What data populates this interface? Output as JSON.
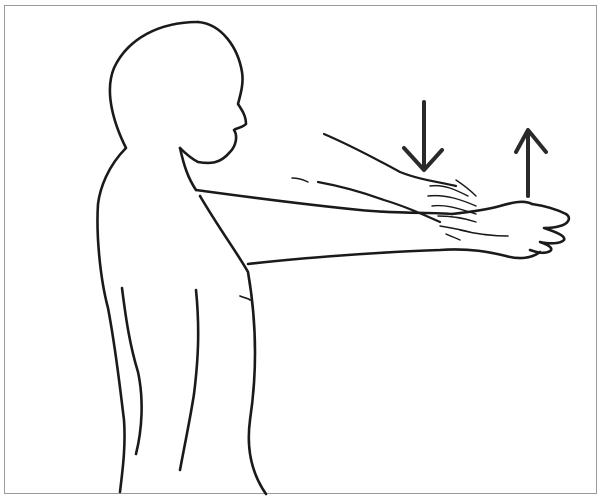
{
  "illustration": {
    "subject": "person-side-view-arm-extended-wrist-stretch",
    "colors": {
      "background": "#ffffff",
      "ink": "#1a1a1a",
      "arrow": "#2a2a2a",
      "frame_border": "#9a9a9a"
    },
    "arrows": [
      {
        "name": "down-arrow",
        "direction": "down"
      },
      {
        "name": "up-arrow",
        "direction": "up"
      }
    ]
  }
}
